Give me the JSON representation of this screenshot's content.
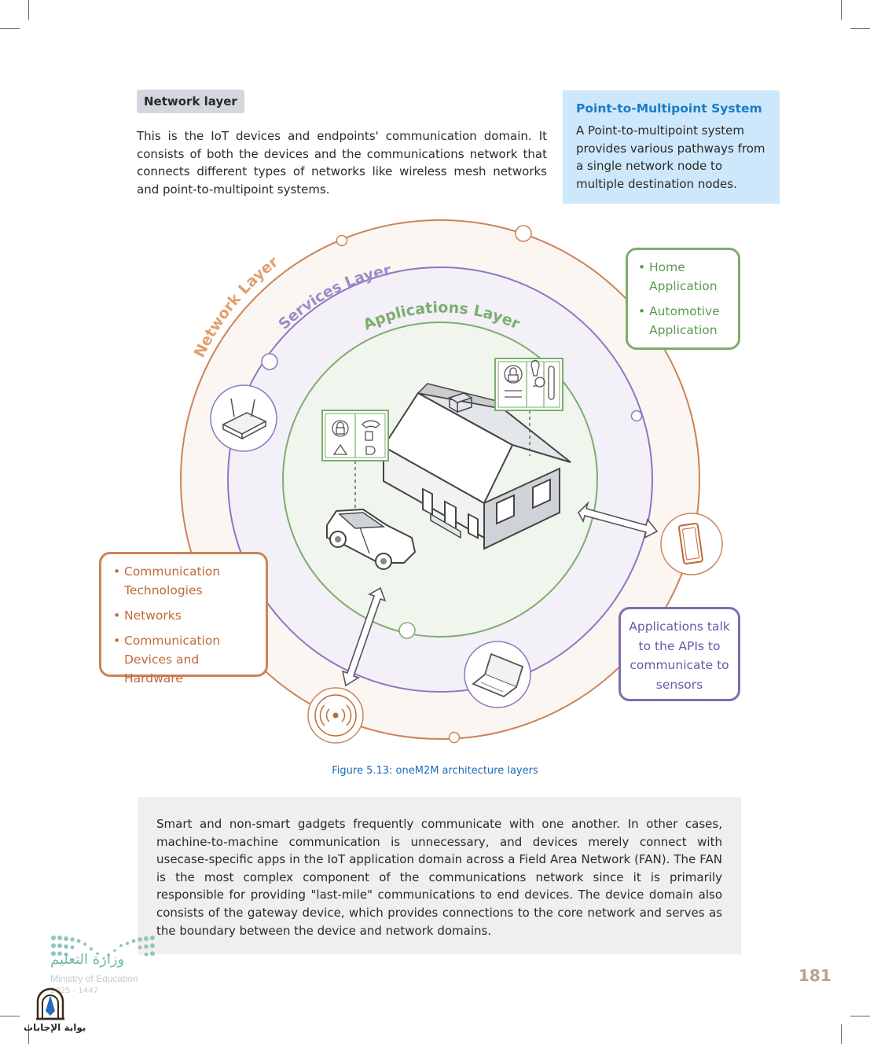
{
  "network_tag": "Network layer",
  "intro_text": "This is the IoT devices and endpoints' communication domain. It consists of both the devices and the communications network that connects different types of networks like wireless mesh networks and point-to-multipoint systems.",
  "sidebox": {
    "title": "Point-to-Multipoint System",
    "text": "A Point-to-multipoint system provides various pathways from a single network node to multiple destination nodes."
  },
  "diagram": {
    "ring_labels": {
      "network": "Network Layer",
      "services": "Services Layer",
      "applications": "Applications Layer"
    },
    "ring_colors": {
      "network": "#cc8356",
      "services": "#8b78c0",
      "applications": "#7cae6e"
    },
    "icons": [
      "router-icon",
      "phone-icon",
      "laptop-icon",
      "wireless-sensor-icon",
      "house-icon",
      "car-icon",
      "lock-icon",
      "bulb-icon",
      "thermometer-icon",
      "warning-icon"
    ],
    "applications_card": [
      "Home Application",
      "Automotive Application"
    ],
    "network_card": [
      "Communication Technologies",
      "Networks",
      "Communication Devices and Hardware"
    ],
    "services_card": "Applications talk to the APIs to communicate to sensors"
  },
  "figure_caption": "Figure 5.13: oneM2M architecture layers",
  "body_text": "Smart and non-smart gadgets frequently communicate with one another. In other cases, machine-to-machine communication is unnecessary, and devices merely connect with usecase-specific apps in the IoT application domain across a Field Area Network (FAN). The FAN is the most complex component of the communications network since it is primarily responsible for providing \"last-mile\" communications to end devices. The device domain also consists of the gateway device, which provides connections to the core network and serves as the boundary between the device and network domains.",
  "page_number": "181",
  "footer": {
    "ministry_ar": "وزارة التعليم",
    "ministry_en": "Ministry of Education",
    "ministry_year": "2025 - 1447",
    "brand_ar": "بوابة الإجابات"
  }
}
